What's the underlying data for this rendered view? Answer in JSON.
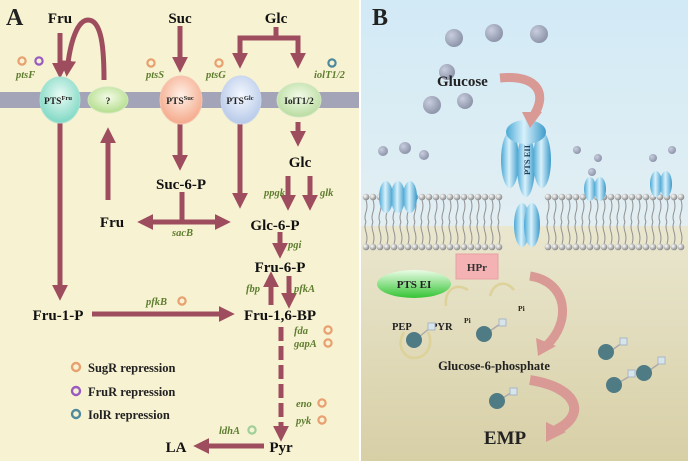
{
  "panel_a": {
    "label": "A",
    "metabolites": {
      "fru_top": "Fru",
      "suc": "Suc",
      "glc_top": "Glc",
      "suc6p": "Suc-6-P",
      "glc_mid": "Glc",
      "fru_mid": "Fru",
      "glc6p": "Glc-6-P",
      "fru6p": "Fru-6-P",
      "fru1p": "Fru-1-P",
      "fru16bp": "Fru-1,6-BP",
      "pyr": "Pyr",
      "la": "LA"
    },
    "transporters": {
      "pts_fru": "PTS",
      "pts_fru_sup": "Fru",
      "unknown": "?",
      "pts_suc": "PTS",
      "pts_suc_sup": "Suc",
      "pts_glc": "PTS",
      "pts_glc_sup": "Glc",
      "iolt": "IolT1/2"
    },
    "genes": {
      "ptsF": "ptsF",
      "ptsS": "ptsS",
      "ptsG": "ptsG",
      "iolT": "iolT1/2",
      "ppgk": "ppgk",
      "glk": "glk",
      "sacB": "sacB",
      "pgi": "pgi",
      "fbp": "fbp",
      "pfkA": "pfkA",
      "pfkB": "pfkB",
      "fda": "fda",
      "gapA": "gapA",
      "eno": "eno",
      "pyk": "pyk",
      "ldhA": "ldhA"
    },
    "legend": [
      {
        "label": "SugR repression",
        "color": "#e8a070"
      },
      {
        "label": "FruR repression",
        "color": "#9a5bc0"
      },
      {
        "label": "IolR repression",
        "color": "#4f8a9c"
      }
    ],
    "colors": {
      "background": "#f7f2d2",
      "arrow": "#9e4d5e",
      "membrane": "#a3a4b7",
      "gene_text": "#5e7d2f"
    }
  },
  "panel_b": {
    "label": "B",
    "glucose": "Glucose",
    "pts_eii": "PTS EII",
    "pts_ei": "PTS EI",
    "hpr": "HPr",
    "pep": "PEP",
    "pyr": "PYR",
    "pi_left": "Pi",
    "pi_right": "Pi",
    "g6p": "Glucose-6-phosphate",
    "emp": "EMP",
    "colors": {
      "sky": "#d4ecf6",
      "ground": "#ddd7b2",
      "transporter": "#7fc3e2",
      "ei": "#4cc94a",
      "hpr": "#f4b2b4",
      "arrow": "#d99a96"
    }
  }
}
